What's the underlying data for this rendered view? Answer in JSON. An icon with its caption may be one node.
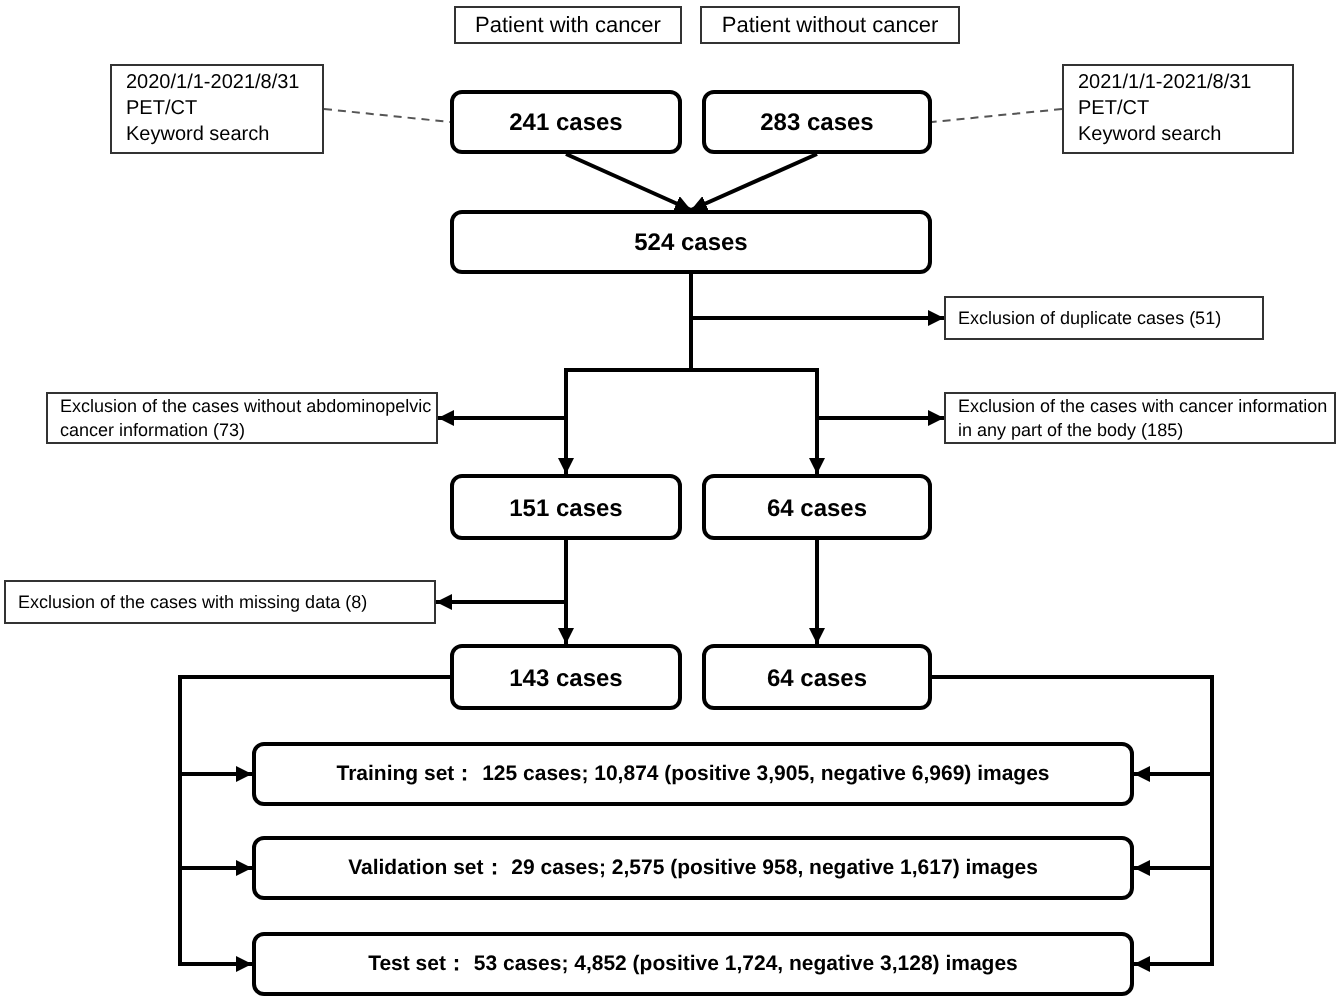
{
  "diagram": {
    "nodes": [
      {
        "text": [
          "Patient with cancer"
        ]
      },
      {
        "text": [
          "Patient without cancer"
        ]
      },
      {
        "text": [
          "2020/1/1-2021/8/31",
          "PET/CT",
          "Keyword search"
        ]
      },
      {
        "text": [
          "241 cases"
        ]
      },
      {
        "text": [
          "283 cases"
        ]
      },
      {
        "text": [
          "2021/1/1-2021/8/31",
          "PET/CT",
          "Keyword search"
        ]
      },
      {
        "text": [
          "524 cases"
        ]
      },
      {
        "text": [
          "Exclusion of duplicate cases (51)"
        ]
      },
      {
        "text": [
          "Exclusion of the cases without abdominopelvic cancer information (73)"
        ]
      },
      {
        "text": [
          "Exclusion of the cases with cancer information in any part of the body (185)"
        ]
      },
      {
        "text": [
          "151 cases"
        ]
      },
      {
        "text": [
          "64 cases"
        ]
      },
      {
        "text": [
          "Exclusion of the cases with missing data (8)"
        ]
      },
      {
        "text": [
          "143 cases"
        ]
      },
      {
        "text": [
          "64 cases"
        ]
      },
      {
        "text": [
          "Training set： 125 cases; 10,874 (positive 3,905, negative 6,969) images"
        ]
      },
      {
        "text": [
          "Validation set： 29 cases; 2,575 (positive 958, negative 1,617) images"
        ]
      },
      {
        "text": [
          "Test set： 53 cases; 4,852 (positive 1,724, negative 3,128) images"
        ]
      }
    ],
    "edges": [
      {
        "from": 2,
        "to": 3,
        "arrow": "none",
        "style": "dashed"
      },
      {
        "from": 5,
        "to": 4,
        "arrow": "none",
        "style": "dashed"
      },
      {
        "from": 3,
        "to": 6,
        "arrow": "to"
      },
      {
        "from": 4,
        "to": 6,
        "arrow": "to"
      },
      {
        "from": 6,
        "to": 7,
        "arrow": "to"
      },
      {
        "from": 6,
        "to": 8,
        "arrow": "to"
      },
      {
        "from": 6,
        "to": 10,
        "arrow": "to"
      },
      {
        "from": 6,
        "to": 11,
        "arrow": "to"
      },
      {
        "from": 6,
        "to": 9,
        "arrow": "to"
      },
      {
        "from": 10,
        "to": 12,
        "arrow": "to"
      },
      {
        "from": 10,
        "to": 13,
        "arrow": "to"
      },
      {
        "from": 11,
        "to": 14,
        "arrow": "to"
      },
      {
        "from": 13,
        "to": 15,
        "arrow": "to"
      },
      {
        "from": 13,
        "to": 16,
        "arrow": "to"
      },
      {
        "from": 13,
        "to": 17,
        "arrow": "to"
      },
      {
        "from": 14,
        "to": 15,
        "arrow": "to"
      },
      {
        "from": 14,
        "to": 16,
        "arrow": "to"
      },
      {
        "from": 14,
        "to": 17,
        "arrow": "to"
      }
    ]
  }
}
